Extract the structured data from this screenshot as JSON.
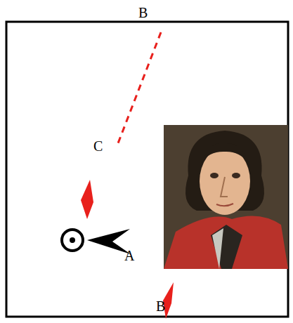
{
  "diagram": {
    "labels": [
      "B",
      "C",
      "A",
      "B"
    ]
  }
}
